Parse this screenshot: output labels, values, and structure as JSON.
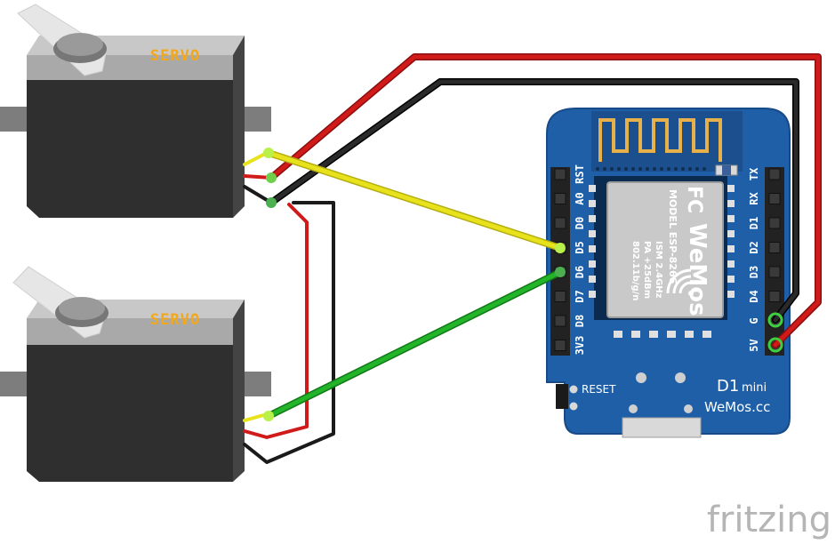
{
  "servos": [
    {
      "label": "SERVO"
    },
    {
      "label": "SERVO"
    }
  ],
  "board": {
    "left_pins": [
      "RST",
      "A0",
      "D0",
      "D5",
      "D6",
      "D7",
      "D8",
      "3V3"
    ],
    "right_pins": [
      "TX",
      "RX",
      "D1",
      "D2",
      "D3",
      "D4",
      "G",
      "5V"
    ],
    "chip_logo": "WeMos",
    "chip_model": "MODEL  ESP-8266",
    "chip_ism": "ISM 2.4GHz",
    "chip_pa": "PA +25dBm",
    "chip_wifi": "802.11b/g/n",
    "fcc": "FC",
    "reset_label": "RESET",
    "name_main": "D1",
    "name_sub": "mini",
    "brand": "WeMos.cc"
  },
  "watermark": "fritzing",
  "colors": {
    "wire_red": "#d11a1a",
    "wire_black": "#1a1a1a",
    "wire_yellow": "#e8e21c",
    "wire_green": "#22b52a",
    "board_blue": "#1f5fa8",
    "servo_body": "#333333",
    "servo_top": "#a8a8a8"
  }
}
